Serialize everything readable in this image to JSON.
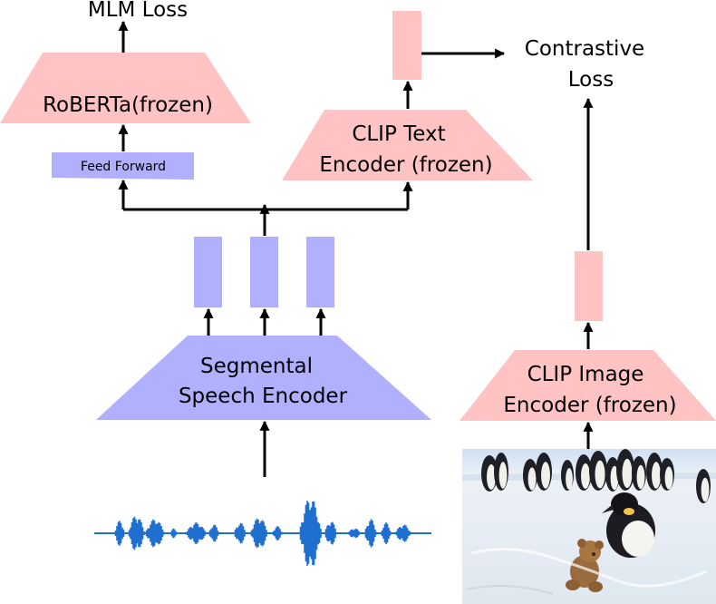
{
  "colors": {
    "pink": "#ffc3c3",
    "lavender": "#b0b0ff",
    "arrow": "#000000",
    "waveform": "#1e6fd0"
  },
  "labels": {
    "mlm_loss": "MLM Loss",
    "roberta": "RoBERTa(frozen)",
    "feed_forward": "Feed Forward",
    "clip_text_line1": "CLIP Text",
    "clip_text_line2": "Encoder (frozen)",
    "contrastive_line1": "Contrastive",
    "contrastive_line2": "Loss",
    "segmental_line1": "Segmental",
    "segmental_line2": "Speech Encoder",
    "clip_image_line1": "CLIP Image",
    "clip_image_line2": "Encoder (frozen)"
  },
  "icons": {
    "speech_input": "speech-waveform-icon",
    "image_input": "penguins-and-teddy-bear-photo"
  }
}
